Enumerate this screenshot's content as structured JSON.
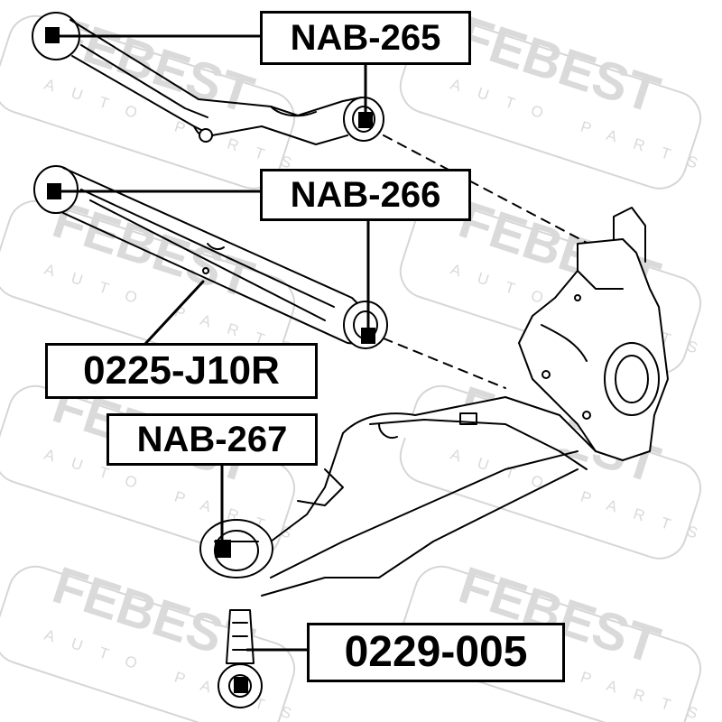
{
  "part_labels": [
    "NAB-265",
    "NAB-266",
    "0225-J10R",
    "NAB-267",
    "0229-005"
  ],
  "watermark": {
    "brand": "FEBEST",
    "subtitle": "AUTO PARTS"
  },
  "colors": {
    "line": "#000000",
    "background": "#ffffff",
    "watermark": "#d0d0d0"
  }
}
